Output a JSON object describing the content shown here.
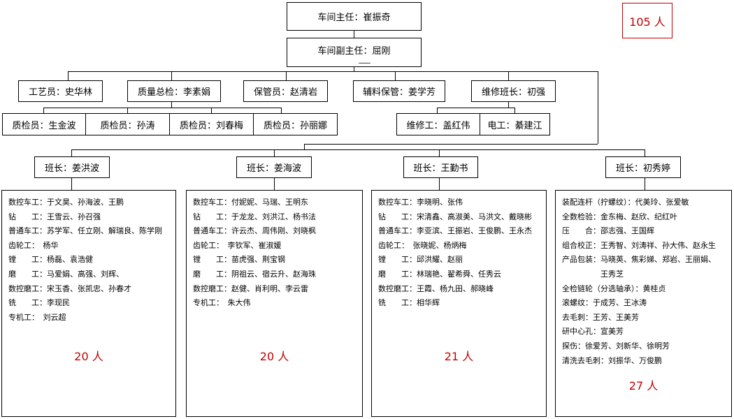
{
  "total": "105 人",
  "director": "车间主任：崔振奇",
  "deputy": "车间副主任：屈刚",
  "deputy_short": "___",
  "staff": {
    "craft": "工艺员：史华林",
    "qc_chief": "质量总检：李素娟",
    "keeper": "保管员：赵清岩",
    "aux_keeper": "辅料保管：姜学芳",
    "maint_lead": "维修班长：初强"
  },
  "inspectors": [
    "质检员：生金波",
    "质检员：孙涛",
    "质检员：刘春梅",
    "质检员：孙丽娜"
  ],
  "maint_staff": [
    "维修工：盖红伟",
    "电工：綦建江"
  ],
  "teams": [
    {
      "leader": "班长：姜洪波",
      "rows": [
        "数控车工：于文昊、孙海波、王鹏",
        "钻　　工：王雪云、孙召强",
        "普通车工：苏学军、任立刚、解瑞良、陈学刚",
        "齿轮工：　杨华",
        "镗　　工：杨磊、袁浩健",
        "磨　　工：马爱娟、高强、刘辉、",
        "数控磨工：宋玉香、张凯忠、孙春才",
        "铣　　工：李现民",
        "专机工：　刘云超"
      ],
      "count": "20 人"
    },
    {
      "leader": "班长：姜海波",
      "rows": [
        "数控车工：付妮妮、马瑞、王明东",
        "钻　　工：于龙龙、刘洪江、杨书法",
        "普通车工：许云杰、周伟刚、刘晓枫",
        "齿轮工：　李钦军、崔淑媛",
        "镗　　工：苗虎强、荆宝钢",
        "磨　　工：阴祖云、宿云升、赵海珠",
        "数控磨工：赵健、肖利明、李云雷",
        "专机工：　朱大伟"
      ],
      "count": "20 人"
    },
    {
      "leader": "班长：王勤书",
      "rows": [
        "数控车工：李晓明、张伟",
        "钻　　工：宋清鑫、高淑美、马洪文、戴晓彬",
        "普通车工：李亚滨、王振岩、王俊鹏、王永杰",
        "齿轮工：　张晓妮、杨炳梅",
        "镗　　工：邱洪耀、赵丽",
        "磨　　工：林瑞艳、翟希舜、任秀云",
        "数控磨工：王霞、杨九田、郝晓峰",
        "铣　　工：相华辉"
      ],
      "count": "21 人"
    },
    {
      "leader": "班长：初秀婷",
      "rows": [
        "装配连杆（拧螺纹）：代美玲、张爱敏",
        "全数检验：金东梅、赵欣、纪红叶",
        "压　　合：邵志强、王国辉",
        "组合校正：王秀智、刘涛祥、孙大伟、赵永生",
        "产品包装：马晓英、焦彩娣、郑岩、王丽娟、",
        "　　　　　王秀芝",
        "全检链轮（分选轴承）：黄桂贞",
        "滚螺纹：于成芳、王冰涛",
        "去毛刺：王芳、王美芳",
        "研中心孔：宣美芳",
        "探伤：徐爱芳、刘新华、徐明芳",
        "清洗去毛刺：刘振华、万俊鹏"
      ],
      "count": "27 人"
    }
  ]
}
